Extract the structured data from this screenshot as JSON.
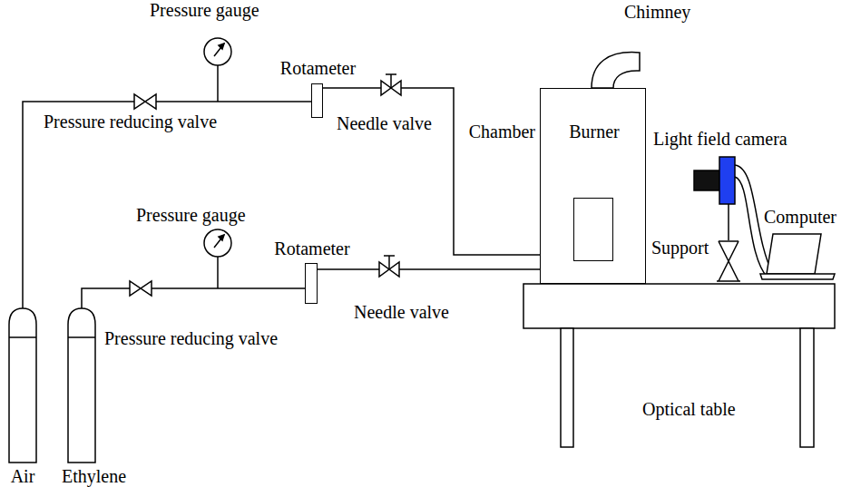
{
  "diagram": {
    "nodes": [
      {
        "text": [
          "Air"
        ]
      },
      {
        "text": [
          "Ethylene"
        ]
      },
      {
        "text": [
          "Rotameter"
        ]
      },
      {
        "text": [
          "Rotameter"
        ]
      },
      {
        "text": [
          "Chamber"
        ]
      },
      {
        "text": [
          "Burner"
        ],
        "in": 4
      }
    ],
    "edges": [
      {
        "from": 0,
        "to": 2,
        "arrow": "none"
      },
      {
        "from": 2,
        "to": 5,
        "arrow": "none"
      },
      {
        "from": 1,
        "to": 3,
        "arrow": "none"
      },
      {
        "from": 3,
        "to": 5,
        "arrow": "none"
      }
    ],
    "labels": [
      "Pressure gauge",
      "Pressure reducing valve",
      "Needle valve",
      "Chimney",
      "Light field camera",
      "Support",
      "Computer",
      "Pressure gauge",
      "Pressure reducing valve",
      "Needle valve",
      "Optical table"
    ]
  }
}
